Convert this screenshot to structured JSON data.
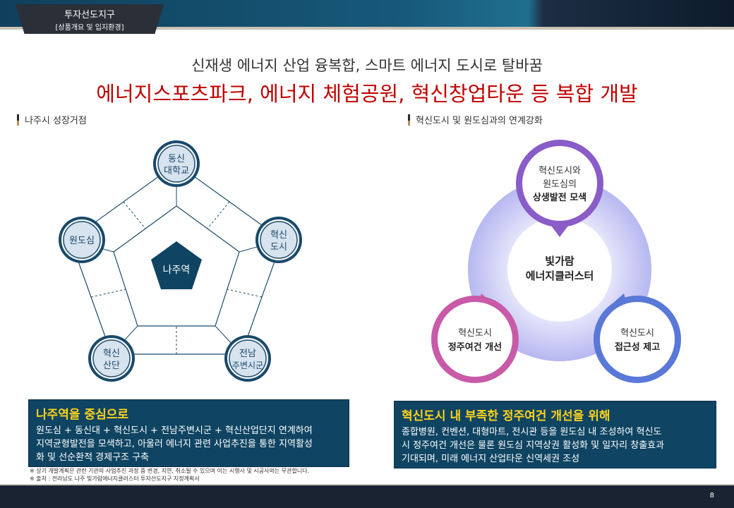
{
  "header": {
    "tab_title": "투자선도지구",
    "tab_subtitle": "[상품개요 및 입지환경]"
  },
  "headline": {
    "line1": "신재생 에너지 산업 융복합, 스마트 에너지 도시로 탈바꿈",
    "line2": "에너지스포츠파크, 에너지 체험공원, 혁신창업타운 등 복합 개발"
  },
  "left": {
    "section_title": "나주시 성장거점",
    "center": "나주역",
    "nodes": {
      "top": [
        "동신",
        "대학교"
      ],
      "right": [
        "혁신",
        "도시"
      ],
      "bottom_right": [
        "전남",
        "주변시군"
      ],
      "bottom_left": [
        "혁신",
        "산단"
      ],
      "left": [
        "원도심"
      ]
    },
    "box_title": "나주역을 중심으로",
    "box_lines": [
      "원도심 + 동신대 + 혁신도시 + 전남주변시군 + 혁신산업단지 연계하여",
      "지역균형발전을 모색하고, 아울러 에너지 관련 사업추진을 통한 지역활성",
      "화 및 선순환적 경제구조 구축"
    ]
  },
  "right": {
    "section_title": "혁신도시 및 원도심과의 연계강화",
    "center": [
      "빛가람",
      "에너지클러스터"
    ],
    "top_circle": [
      "혁신도시와",
      "원도심의",
      "상생발전 모색"
    ],
    "left_circle": [
      "혁신도시",
      "정주여건 개선"
    ],
    "right_circle": [
      "혁신도시",
      "접근성 제고"
    ],
    "box_title": "혁신도시 내 부족한 정주여건 개선을 위해",
    "box_lines": [
      "종합병원, 컨벤션, 대형마트, 전시관 등을 원도심 내 조성하여 혁신도",
      "시 정주여건 개선은 물론 원도심 지역상권 활성화 및 일자리 창출효과",
      "기대되며, 미래 에너지 산업타운 신역세권 조성"
    ]
  },
  "notes": [
    "※ 상기 개발계획은 관련 기관의 사업추진 과정 중 변경, 지연, 취소될 수 있으며 이는 시행사 및 시공사와는 무관합니다.",
    "※ 출처 : 전라남도 나주 빛가람에너지클러스터 투자선도지구 지정계획서"
  ],
  "page_number": "8",
  "colors": {
    "navy": "#0f4462",
    "headline_red": "#c00000",
    "highlight_yellow": "#ffd31a",
    "circle_purple": "#8a5cc8",
    "circle_pink": "#c85aa8",
    "circle_blue": "#5a78d8"
  }
}
